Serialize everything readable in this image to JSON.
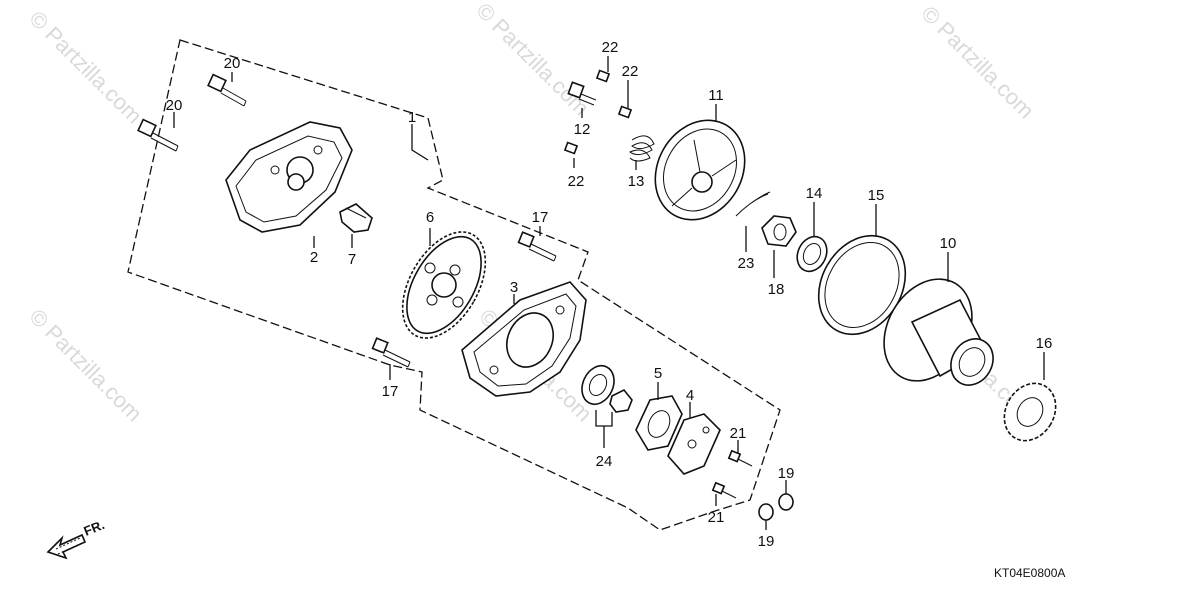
{
  "watermarks": [
    "© Partzilla.com",
    "© Partzilla.com",
    "© Partzilla.com",
    "© Partzilla.com",
    "© Partzilla.com",
    "© Partzilla.com"
  ],
  "direction_label": "FR.",
  "diagram_code": "KT04E0800A",
  "callouts": {
    "c1": "1",
    "c2": "2",
    "c3": "3",
    "c4": "4",
    "c5": "5",
    "c6": "6",
    "c7": "7",
    "c10": "10",
    "c11": "11",
    "c12": "12",
    "c13": "13",
    "c14": "14",
    "c15": "15",
    "c16": "16",
    "c17a": "17",
    "c17b": "17",
    "c18": "18",
    "c19a": "19",
    "c19b": "19",
    "c20a": "20",
    "c20b": "20",
    "c21a": "21",
    "c21b": "21",
    "c22a": "22",
    "c22b": "22",
    "c22c": "22",
    "c23": "23",
    "c24": "24"
  }
}
